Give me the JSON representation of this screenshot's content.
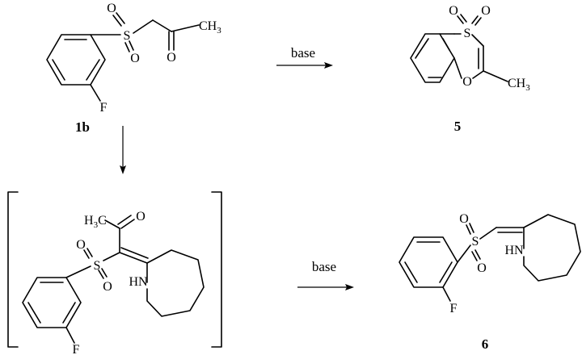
{
  "compounds": {
    "c1b": {
      "label": "1b",
      "atoms": {
        "S": "S",
        "O1": "O",
        "O2": "O",
        "O3": "O",
        "F": "F",
        "CH3": "CH",
        "CH3_sub": "3"
      }
    },
    "c5": {
      "label": "5",
      "atoms": {
        "S": "S",
        "O1": "O",
        "O2": "O",
        "Oring": "O",
        "CH3": "CH",
        "CH3_sub": "3"
      }
    },
    "intermediate": {
      "atoms": {
        "H3C": "H",
        "H3C_sub": "3",
        "H3C_c": "C",
        "O": "O",
        "S": "S",
        "O1": "O",
        "O2": "O",
        "NH": "HN",
        "F": "F"
      }
    },
    "c6": {
      "label": "6",
      "atoms": {
        "S": "S",
        "O1": "O",
        "O2": "O",
        "NH": "HN",
        "F": "F"
      }
    }
  },
  "arrows": {
    "to5": {
      "condition": "base"
    },
    "to6": {
      "condition": "base"
    },
    "down": {
      "condition": ""
    }
  },
  "colors": {
    "ink": "#000000",
    "background": "#ffffff"
  }
}
